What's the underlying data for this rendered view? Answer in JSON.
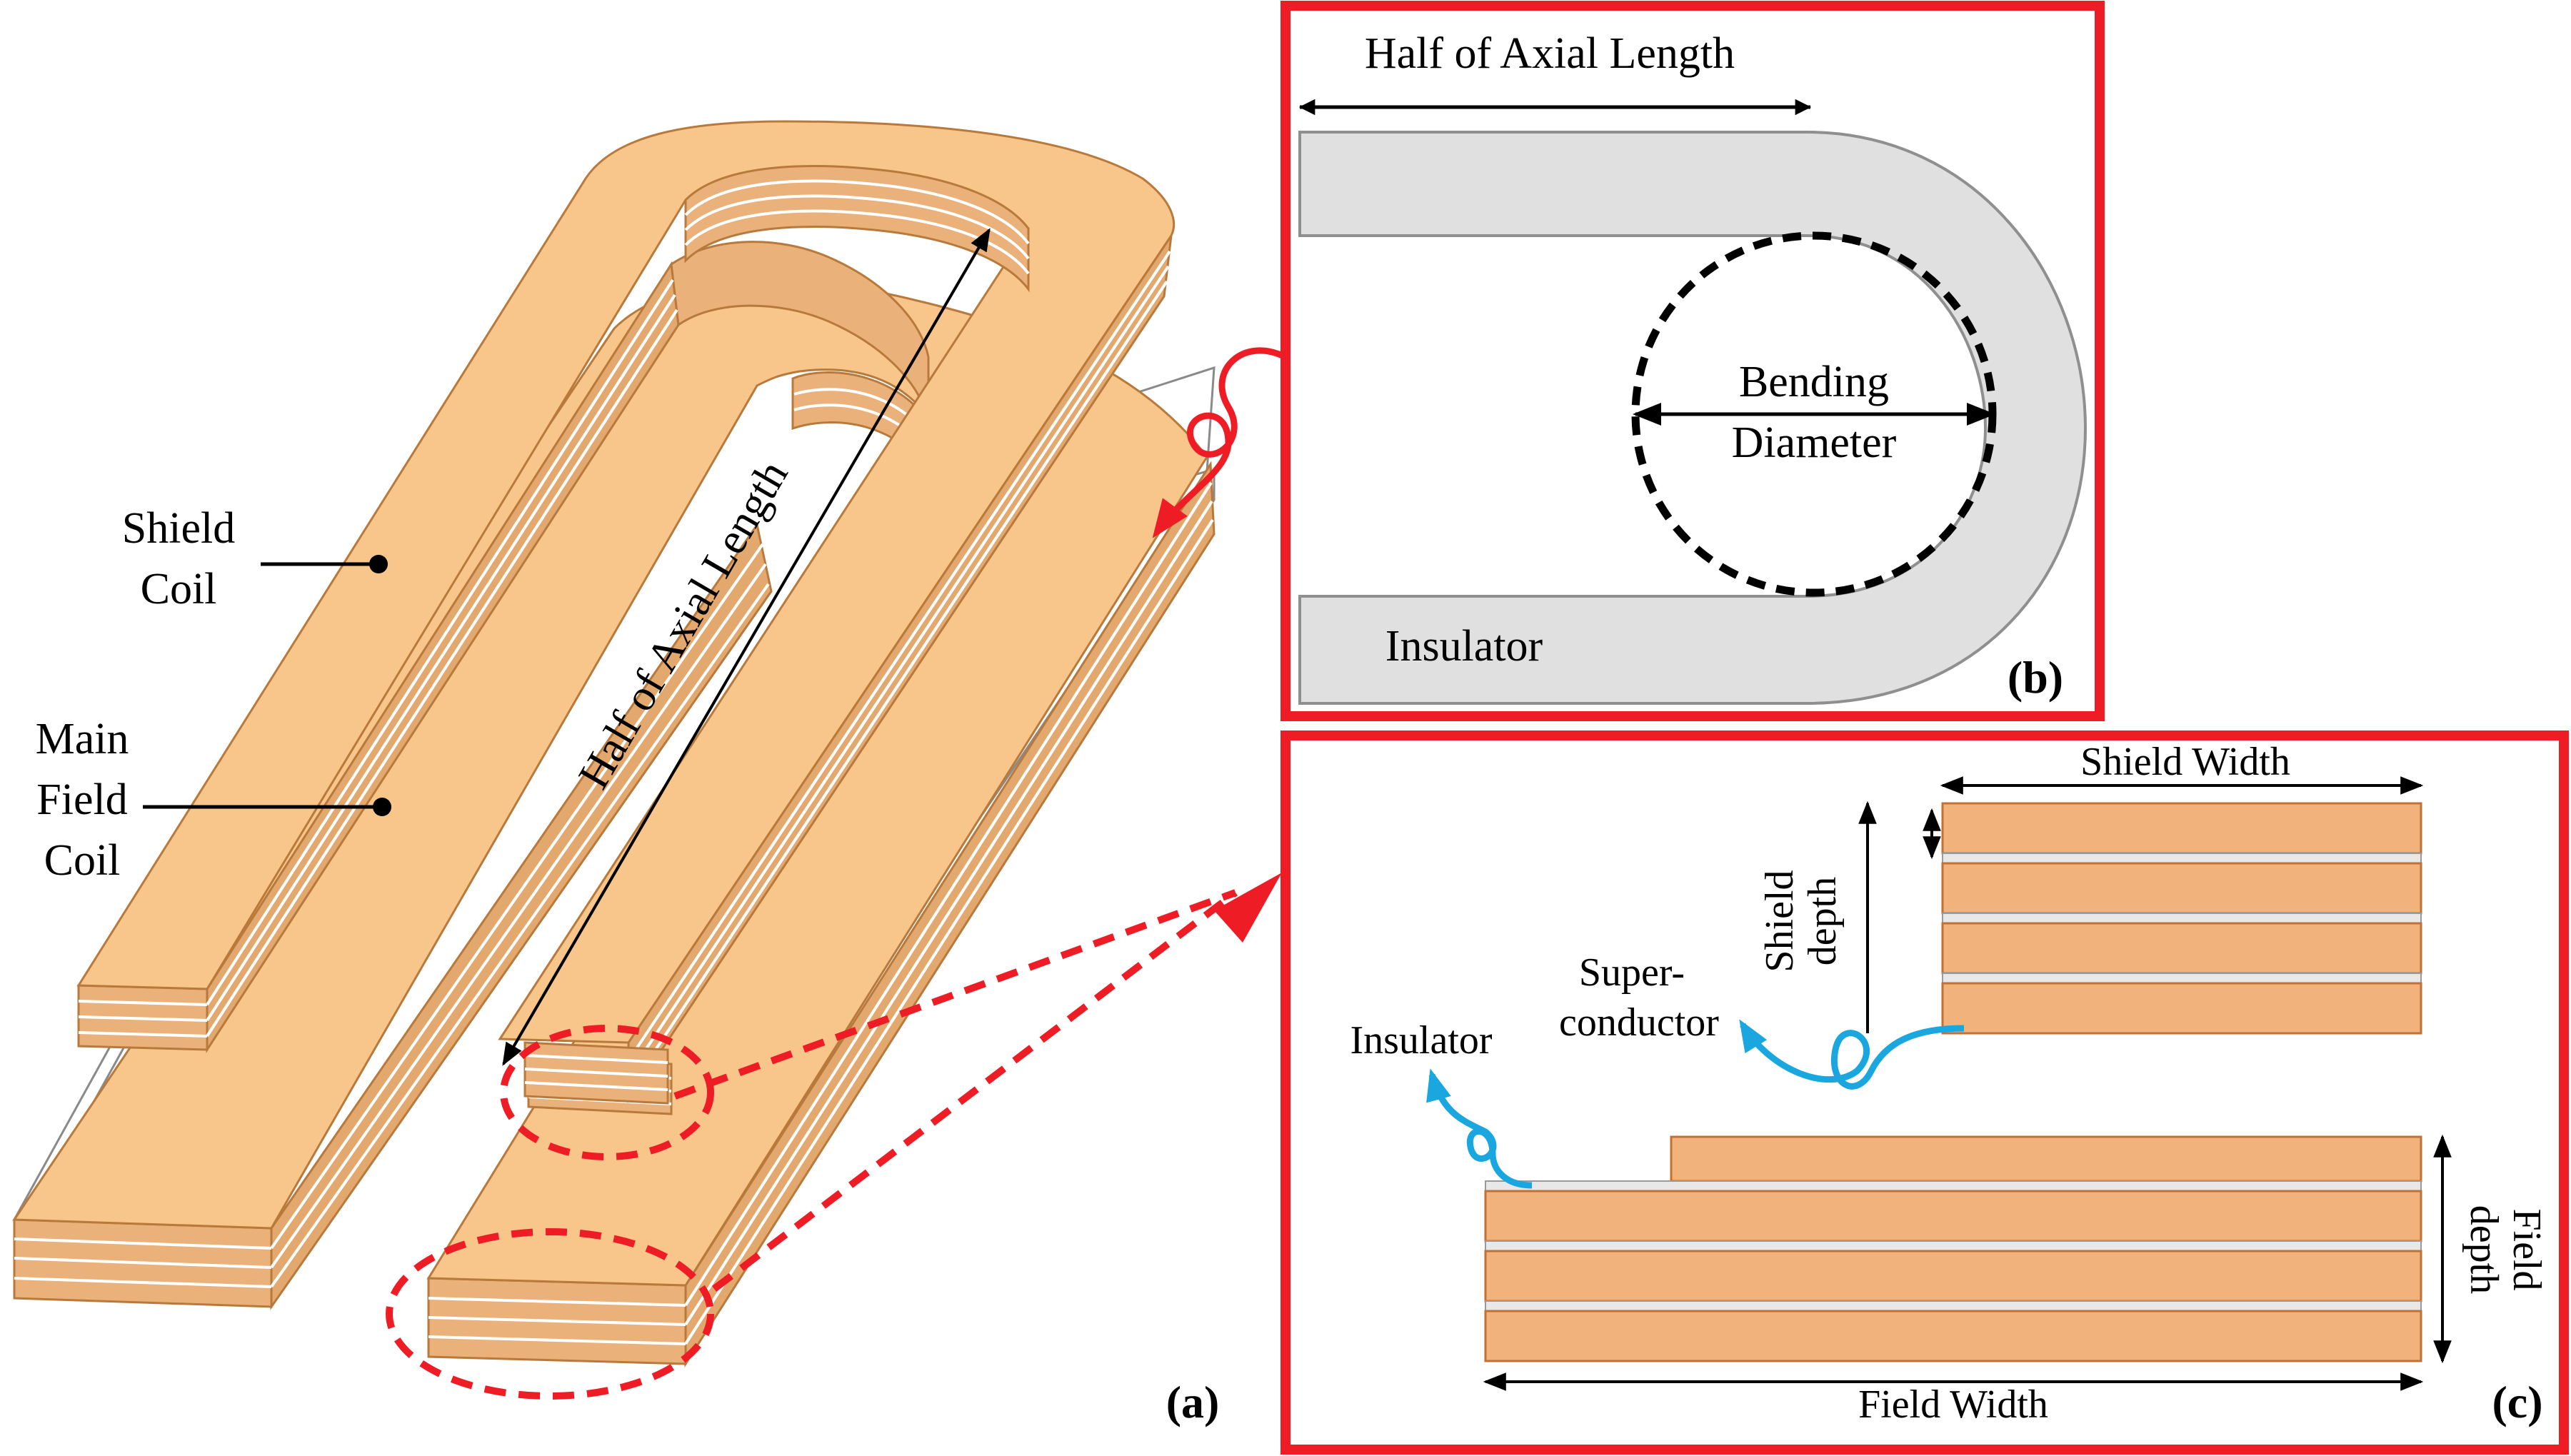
{
  "colors": {
    "coil_top": "#f8c68a",
    "coil_side": "#eab27a",
    "coil_edge": "#b87a3c",
    "insulator": "#e0e0e0",
    "insulator_edge": "#9a9a9a",
    "panel_border": "#ee1c25",
    "annotation_red": "#ee1c25",
    "annotation_blue": "#1aa7e0",
    "section_fill": "#f1b27c",
    "section_edge": "#c07236"
  },
  "panel_a": {
    "label_shield": [
      "Shield",
      "Coil"
    ],
    "label_main": [
      "Main",
      "Field",
      "Coil"
    ],
    "axial_label": "Half of Axial Length",
    "tag": "(a)"
  },
  "panel_b": {
    "axial_label": "Half of Axial Length",
    "bending_label": [
      "Bending",
      "Diameter"
    ],
    "insulator_label": "Insulator",
    "tag": "(b)"
  },
  "panel_c": {
    "shield_width_label": "Shield Width",
    "shield_depth_label": [
      "Shield",
      "depth"
    ],
    "superconductor_label": [
      "Super-",
      "conductor"
    ],
    "insulator_label": "Insulator",
    "field_depth_label": [
      "Field",
      "depth"
    ],
    "field_width_label": "Field Width",
    "tag": "(c)"
  }
}
